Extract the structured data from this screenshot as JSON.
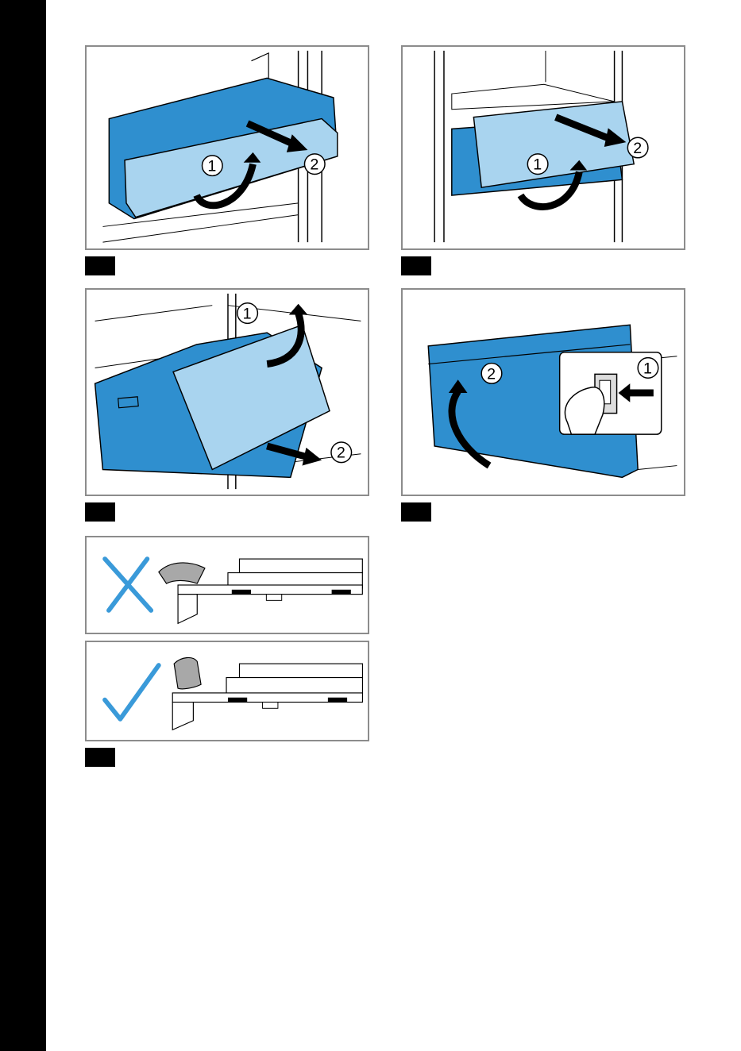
{
  "colors": {
    "drawer_blue": "#2f8fcf",
    "drawer_light_blue": "#a9d4ef",
    "frame_grey": "#8c8c8c",
    "cross_blue": "#3a9ad9"
  },
  "figures": [
    {
      "id": "fig-1",
      "callouts": [
        "1",
        "2"
      ],
      "icons": [
        "curved-arrow-icon",
        "straight-arrow-icon"
      ]
    },
    {
      "id": "fig-2",
      "callouts": [
        "1",
        "2"
      ],
      "icons": [
        "curved-arrow-icon",
        "straight-arrow-icon"
      ]
    },
    {
      "id": "fig-3",
      "callouts": [
        "1",
        "2"
      ],
      "icons": [
        "curved-arrow-icon",
        "straight-arrow-icon"
      ]
    },
    {
      "id": "fig-4",
      "callouts": [
        "1",
        "2"
      ],
      "icons": [
        "push-arrow-icon",
        "curved-arrow-icon"
      ]
    },
    {
      "id": "fig-5",
      "icons": [
        "cross-icon",
        "check-icon"
      ]
    }
  ]
}
